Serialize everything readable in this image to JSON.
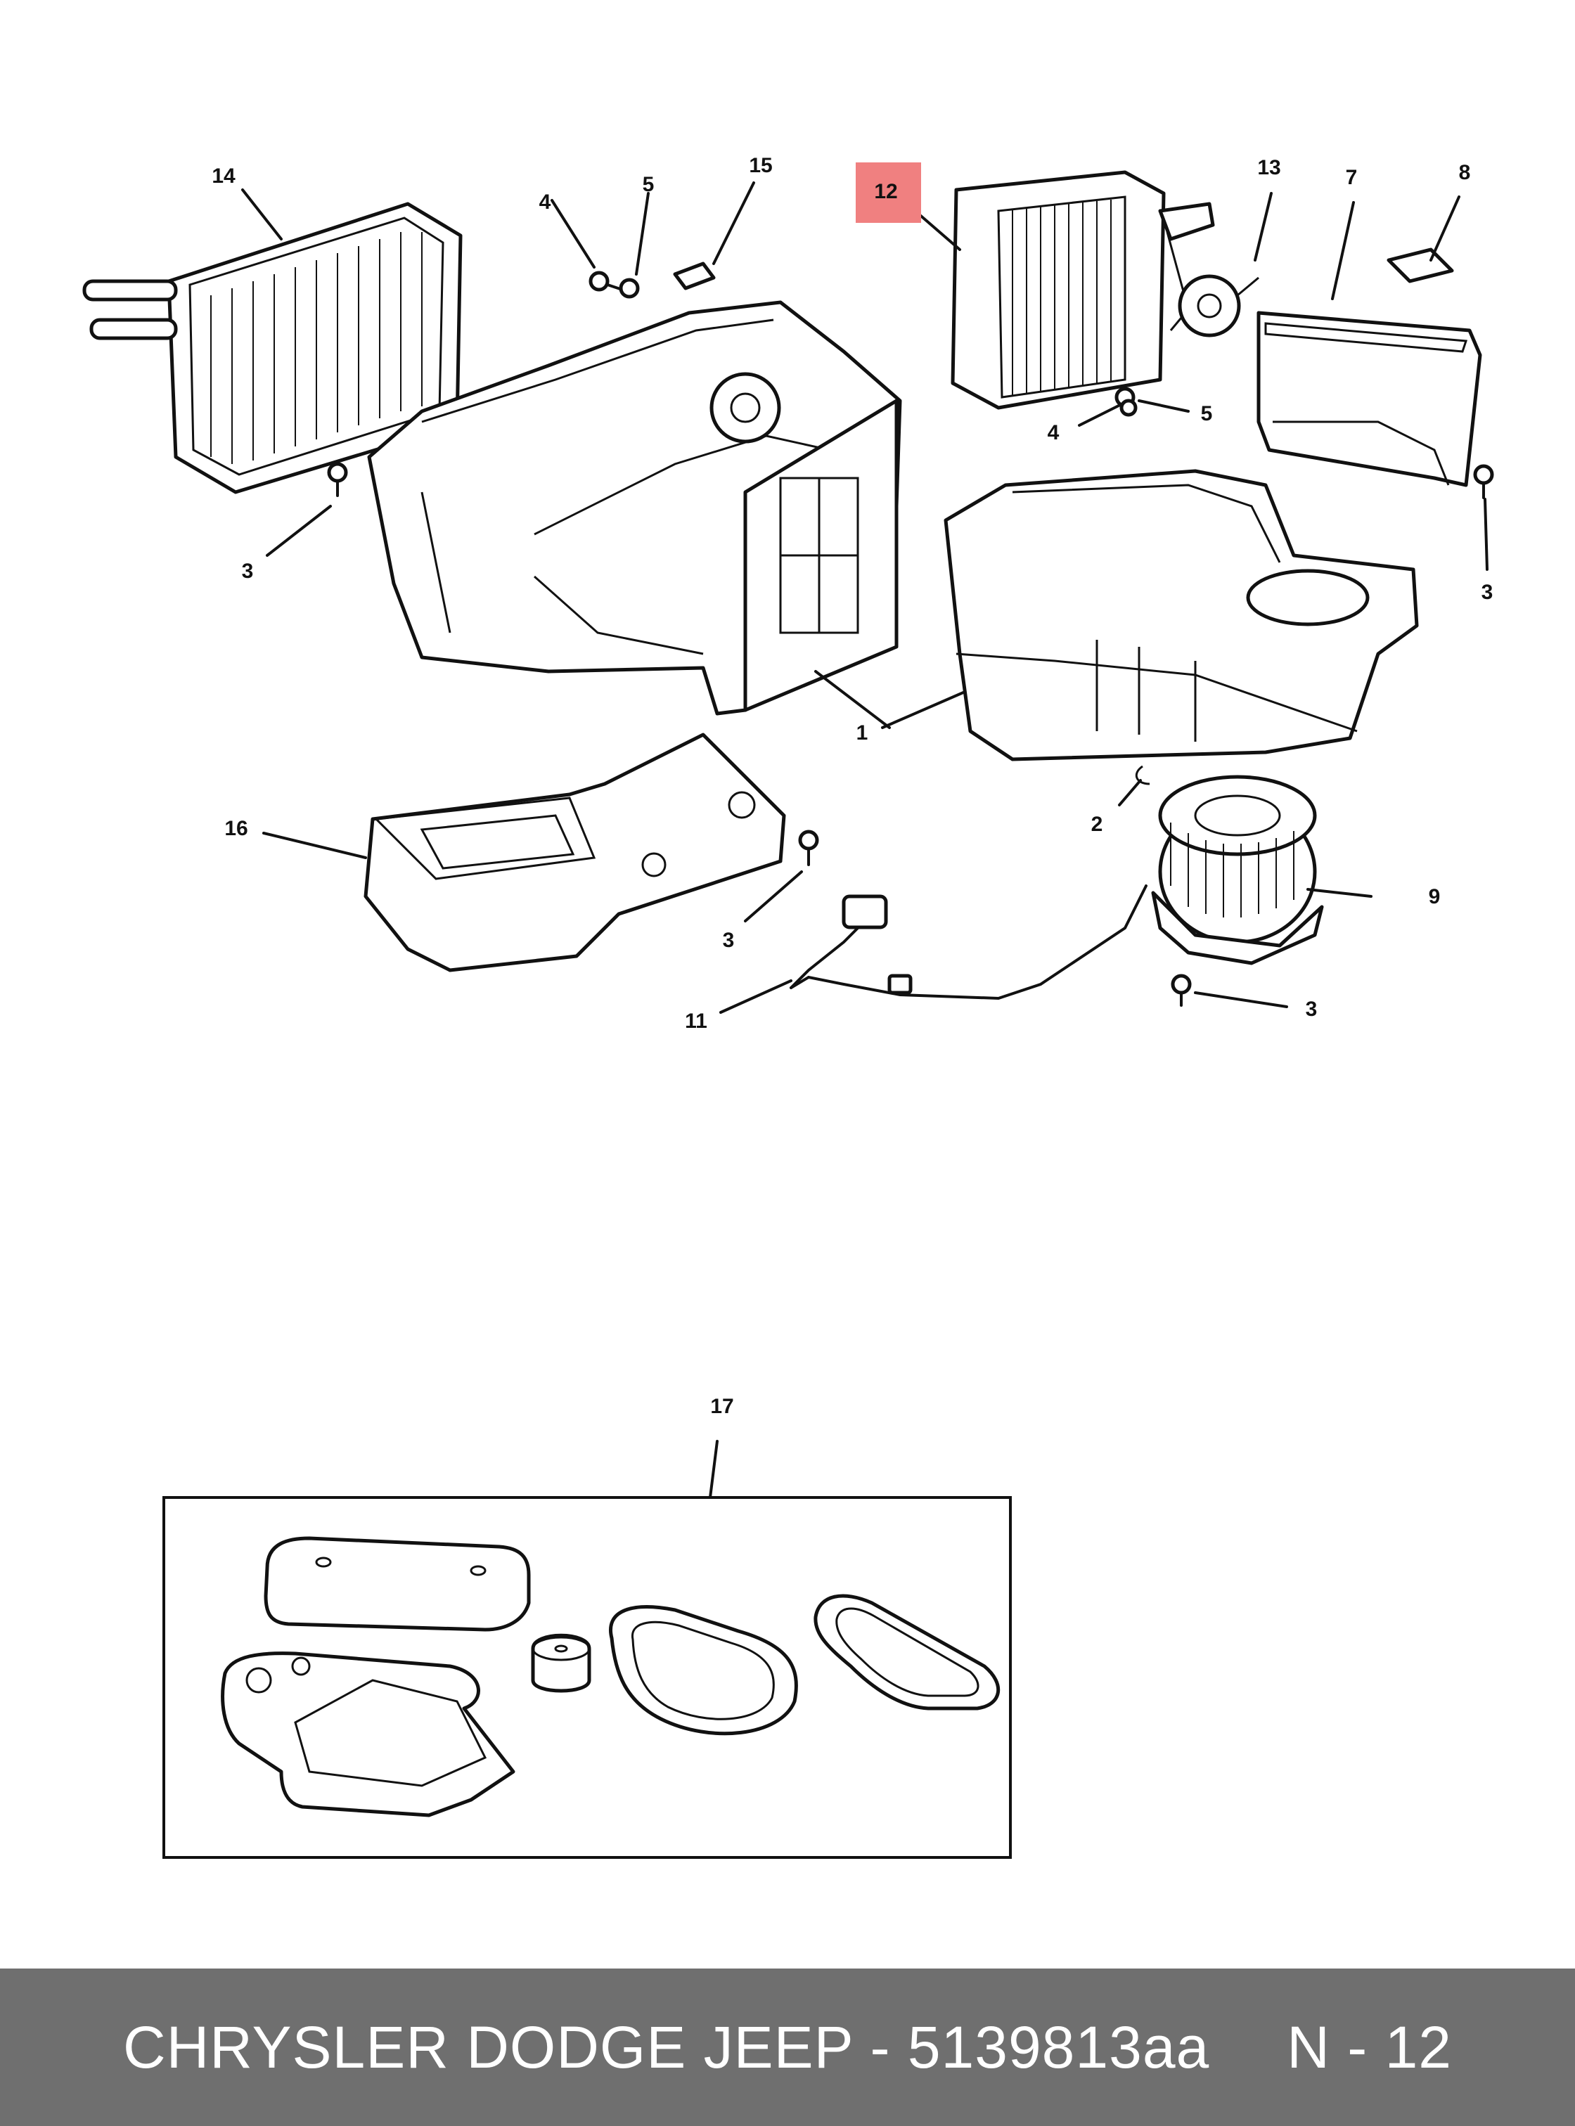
{
  "callouts": {
    "c1": "1",
    "c2": "2",
    "c3a": "3",
    "c3b": "3",
    "c3c": "3",
    "c3d": "3",
    "c4a": "4",
    "c4b": "4",
    "c5a": "5",
    "c5b": "5",
    "c7": "7",
    "c8": "8",
    "c9": "9",
    "c11": "11",
    "c12": "12",
    "c13": "13",
    "c14": "14",
    "c15": "15",
    "c16": "16",
    "c17": "17"
  },
  "highlight_color": "#f08080",
  "footer": {
    "brand": "CHRYSLER DODGE JEEP - 5139813aa",
    "page": "N - 12"
  }
}
